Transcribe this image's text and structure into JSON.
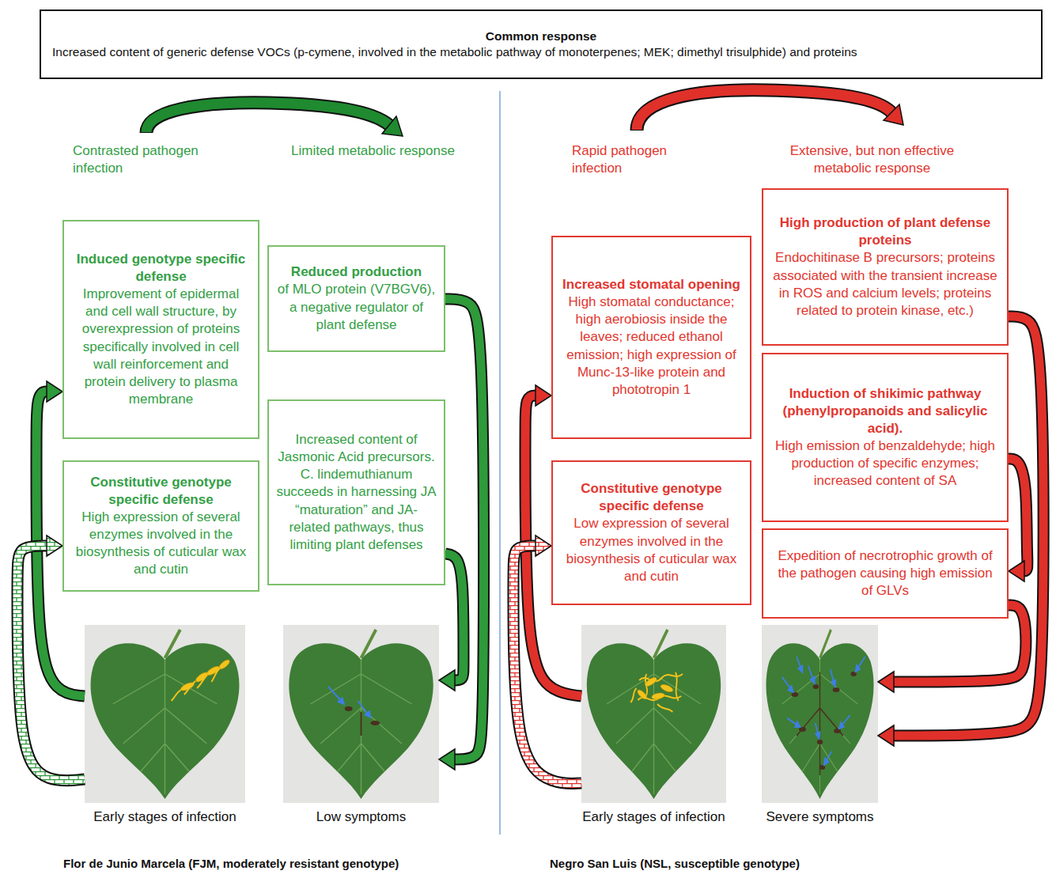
{
  "diagram": {
    "nodes": [
      {
        "text": [
          "Common response",
          "Increased content of generic defense VOCs (p-cymene, involved in the metabolic pathway of monoterpenes; MEK; dimethyl trisulphide) and proteins"
        ]
      },
      {
        "text": [
          "Induced genotype specific defense",
          "Improvement of epidermal and cell wall structure, by overexpression of proteins specifically involved in cell wall reinforcement and protein delivery to plasma membrane"
        ]
      },
      {
        "text": [
          "Reduced production",
          "of MLO protein (V7BGV6), a negative regulator of plant defense"
        ]
      },
      {
        "text": [
          "Constitutive genotype specific defense",
          "High expression of several enzymes involved in the biosynthesis of cuticular wax and cutin"
        ]
      },
      {
        "text": [
          "Increased content of Jasmonic Acid precursors. C. lindemuthianum succeeds in harnessing JA “maturation” and JA-related pathways, thus limiting plant defenses"
        ]
      },
      {
        "text": [
          "Early stages of infection"
        ]
      },
      {
        "text": [
          "Low symptoms"
        ]
      },
      {
        "text": [
          "Increased stomatal opening",
          "High stomatal conductance; high aerobiosis inside the leaves; reduced ethanol emission; high expression of Munc-13-like protein and phototropin 1"
        ]
      },
      {
        "text": [
          "High production of plant defense proteins",
          "Endochitinase B precursors; proteins associated with the transient increase in ROS and calcium levels; proteins related to protein kinase, etc.)"
        ]
      },
      {
        "text": [
          "Constitutive genotype specific defense",
          "Low expression of several enzymes involved in the biosynthesis of cuticular wax and cutin"
        ]
      },
      {
        "text": [
          "Induction of shikimic pathway (phenylpropanoids and salicylic acid).",
          "High emission of benzaldehyde; high production of specific enzymes; increased content of SA"
        ]
      },
      {
        "text": [
          "Expedition of necrotrophic growth of the pathogen causing high emission of GLVs"
        ]
      },
      {
        "text": [
          "Early stages of infection"
        ]
      },
      {
        "text": [
          "Severe symptoms"
        ]
      }
    ],
    "edges": [
      {
        "from": 5,
        "to": 1,
        "arrow": "to"
      },
      {
        "from": 5,
        "to": 3,
        "arrow": "to"
      },
      {
        "from": 2,
        "to": 6,
        "arrow": "to"
      },
      {
        "from": 4,
        "to": 6,
        "arrow": "to"
      },
      {
        "from": 12,
        "to": 7,
        "arrow": "to"
      },
      {
        "from": 12,
        "to": 9,
        "arrow": "to"
      },
      {
        "from": 8,
        "to": 13,
        "arrow": "to"
      },
      {
        "from": 10,
        "to": 11,
        "arrow": "to"
      },
      {
        "from": 11,
        "to": 13,
        "arrow": "to"
      }
    ],
    "labels": [
      "Contrasted pathogen infection",
      "Limited metabolic response",
      "Rapid pathogen infection",
      "Extensive, but non effective metabolic response",
      "Flor de Junio Marcela (FJM, moderately resistant genotype)",
      "Negro San Luis (NSL, susceptible genotype)"
    ]
  }
}
